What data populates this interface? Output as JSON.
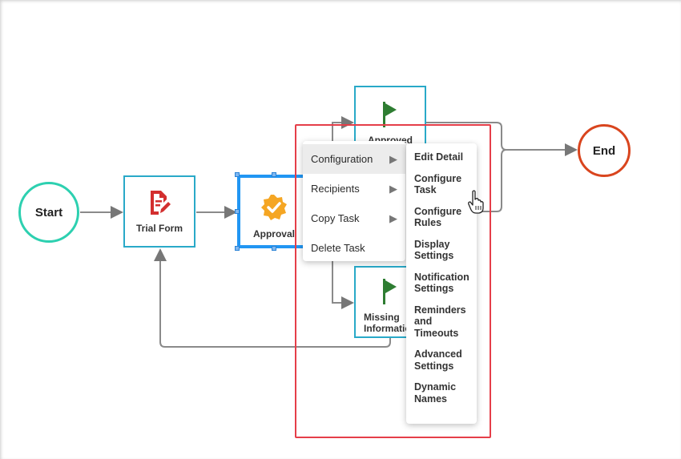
{
  "nodes": {
    "start": "Start",
    "end": "End",
    "trial_form": "Trial Form",
    "approval": "Approval",
    "approved": "Approved",
    "missing_line1": "Missing",
    "missing_line2": "Information"
  },
  "context_menu": {
    "items": [
      {
        "label": "Configuration",
        "submenu": true
      },
      {
        "label": "Recipients",
        "submenu": true
      },
      {
        "label": "Copy Task",
        "submenu": true
      },
      {
        "label": "Delete Task",
        "submenu": false
      }
    ]
  },
  "submenu": {
    "items": [
      "Edit Detail",
      "Configure Task",
      "Configure Rules",
      "Display Settings",
      "Notification Settings",
      "Reminders and Timeouts",
      "Advanced Settings",
      "Dynamic Names"
    ]
  },
  "colors": {
    "start_border": "#2dd0b0",
    "end_border": "#d9451e",
    "task_border": "#29a9c8",
    "selected_border": "#2196f3",
    "selection_box": "#e53e49",
    "form_icon": "#d32f2f",
    "approval_icon": "#f5a623",
    "flag_icon": "#2e7d32"
  },
  "icons": {
    "trial_form": "form-edit-icon",
    "approval": "verified-badge-icon",
    "approved": "flag-icon",
    "missing": "flag-icon",
    "cursor": "hand-pointer-icon"
  }
}
